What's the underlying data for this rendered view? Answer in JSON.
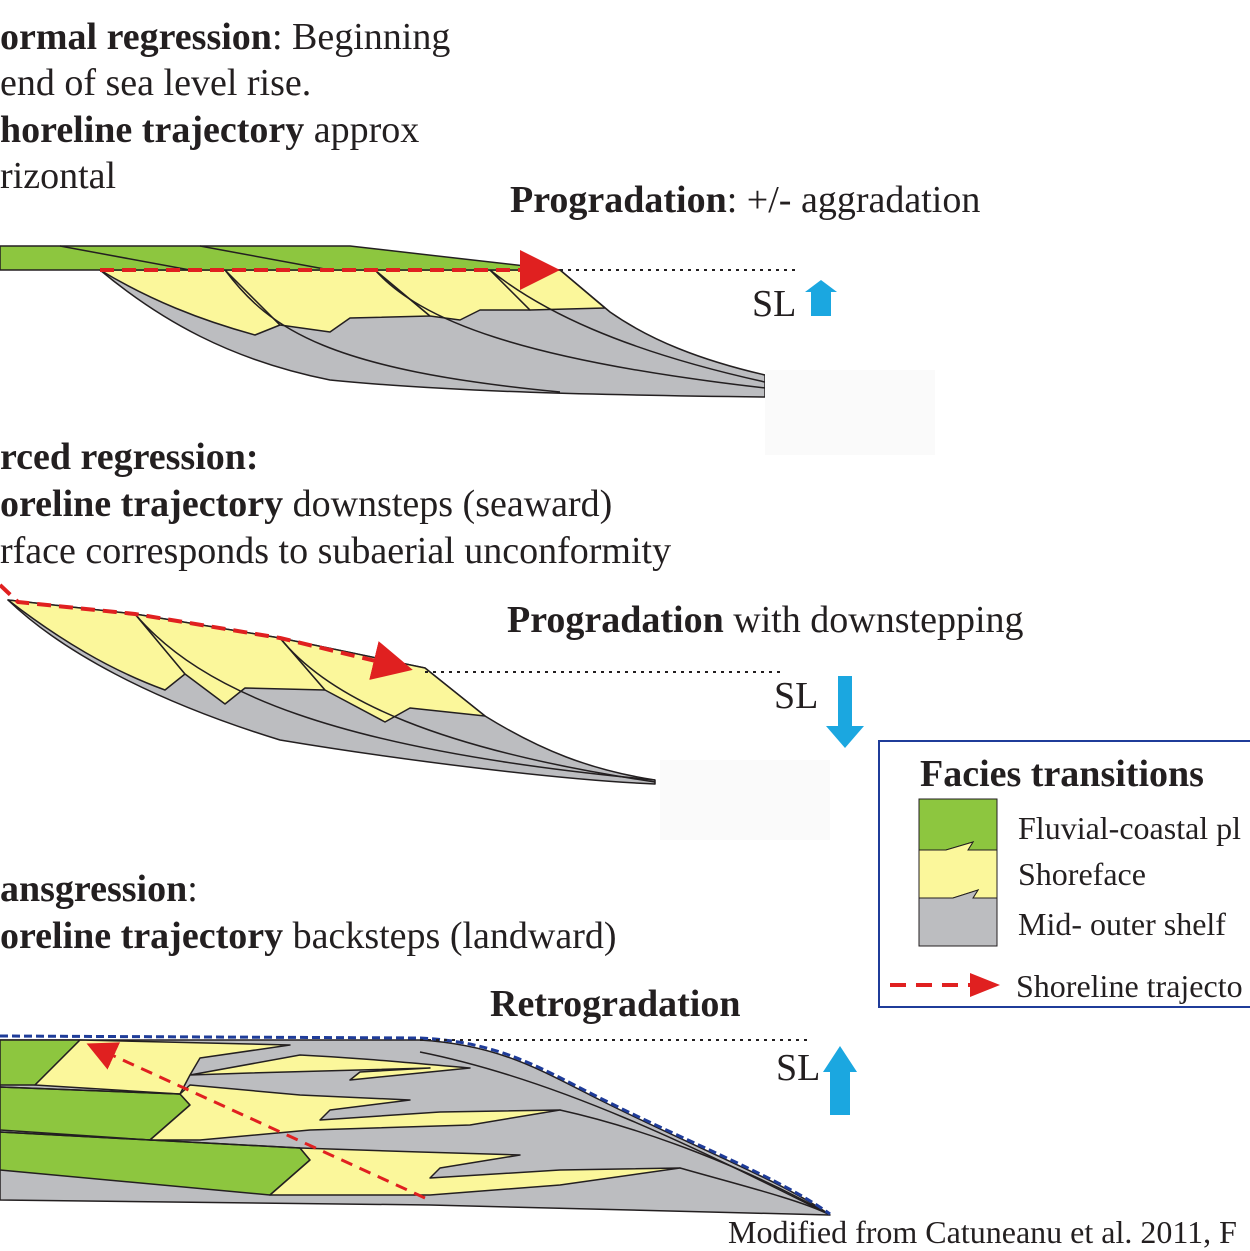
{
  "normal": {
    "line1_bold": "ormal regression",
    "line1_rest": ": Beginning",
    "line2": " end of sea level rise.",
    "line3_bold": "horeline trajectory",
    "line3_rest": " approx",
    "line4": "rizontal",
    "heading_bold": "Progradation",
    "heading_rest": ": +/- aggradation",
    "sl_label": "SL"
  },
  "forced": {
    "line1_bold": "rced regression:",
    "line2_bold": "oreline trajectory",
    "line2_rest": " downsteps (seaward)",
    "line3": "rface corresponds to subaerial unconformity",
    "heading_bold": "Progradation",
    "heading_rest": " with downstepping",
    "sl_label": "SL"
  },
  "transgression": {
    "line1_bold": "ansgression",
    "line1_rest": ":",
    "line2_bold": "oreline trajectory",
    "line2_rest": " backsteps (landward)",
    "heading_bold": "Retrogradation",
    "sl_label": "SL"
  },
  "legend": {
    "title": "Facies transitions",
    "items": [
      {
        "label": "Fluvial-coastal pl",
        "color": "#8dc63f"
      },
      {
        "label": "Shoreface",
        "color": "#fbf79b"
      },
      {
        "label": "Mid- outer shelf",
        "color": "#bcbdc0"
      },
      {
        "label": "Shoreline trajecto",
        "color": "#e02020"
      }
    ]
  },
  "credit": "Modified from Catuneanu et al. 2011, F",
  "colors": {
    "fluvial": "#8dc63f",
    "shoreface": "#fbf79b",
    "shelf": "#bcbdc0",
    "trajectory": "#e02020",
    "sea_arrow": "#1ba7e0",
    "retro_outline": "#1f3c99"
  }
}
